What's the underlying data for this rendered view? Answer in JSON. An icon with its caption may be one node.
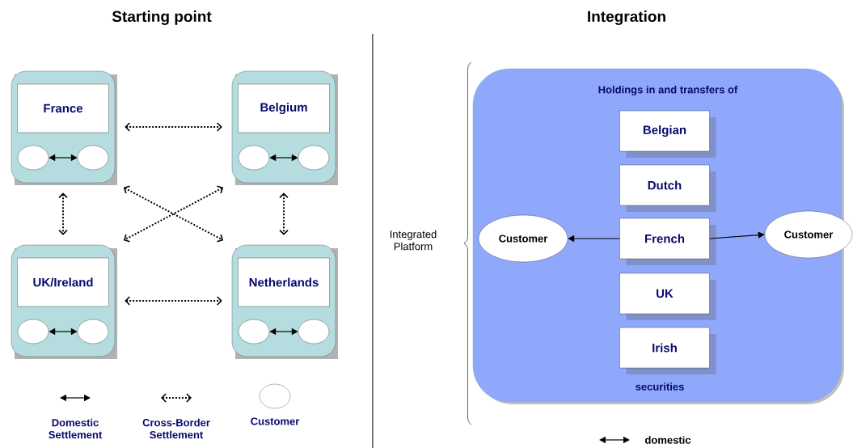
{
  "diagram": {
    "nodes": [
      {
        "text": [],
        "shape": "box"
      },
      {
        "text": [
          "France"
        ],
        "in": 0
      },
      {
        "text": [],
        "shape": "circle",
        "in": 0
      },
      {
        "text": [],
        "shape": "circle",
        "in": 0
      },
      {
        "text": [],
        "shape": "box"
      },
      {
        "text": [
          "Belgium"
        ],
        "in": 4
      },
      {
        "text": [],
        "shape": "circle",
        "in": 4
      },
      {
        "text": [],
        "shape": "circle",
        "in": 4
      },
      {
        "text": [],
        "shape": "box"
      },
      {
        "text": [
          "UK/Ireland"
        ],
        "in": 8
      },
      {
        "text": [],
        "shape": "circle",
        "in": 8
      },
      {
        "text": [],
        "shape": "circle",
        "in": 8
      },
      {
        "text": [],
        "shape": "box"
      },
      {
        "text": [
          "Netherlands"
        ],
        "in": 12
      },
      {
        "text": [],
        "shape": "circle",
        "in": 12
      },
      {
        "text": [],
        "shape": "circle",
        "in": 12
      },
      {
        "text": [
          "Holdings in and transfers of",
          "securities"
        ]
      },
      {
        "text": [
          "Belgian"
        ],
        "in": 16
      },
      {
        "text": [
          "Dutch"
        ],
        "in": 16
      },
      {
        "text": [
          "French"
        ],
        "in": 16
      },
      {
        "text": [
          "UK"
        ],
        "in": 16
      },
      {
        "text": [
          "Irish"
        ],
        "in": 16
      },
      {
        "text": [
          "Customer"
        ],
        "in": 16
      },
      {
        "text": [
          "Customer"
        ]
      }
    ],
    "edges": [
      {
        "from": 2,
        "to": 3,
        "arrow": "both"
      },
      {
        "from": 6,
        "to": 7,
        "arrow": "both"
      },
      {
        "from": 10,
        "to": 11,
        "arrow": "both"
      },
      {
        "from": 14,
        "to": 15,
        "arrow": "both"
      },
      {
        "from": 0,
        "to": 4,
        "arrow": "both",
        "style": "dashed"
      },
      {
        "from": 0,
        "to": 8,
        "arrow": "both",
        "style": "dashed"
      },
      {
        "from": 4,
        "to": 12,
        "arrow": "both",
        "style": "dashed"
      },
      {
        "from": 8,
        "to": 12,
        "arrow": "both",
        "style": "dashed"
      },
      {
        "from": 0,
        "to": 12,
        "arrow": "both",
        "style": "dashed"
      },
      {
        "from": 4,
        "to": 8,
        "arrow": "both",
        "style": "dashed"
      },
      {
        "from": 19,
        "to": 22,
        "arrow": "to"
      },
      {
        "from": 19,
        "to": 23,
        "arrow": "to"
      }
    ],
    "labels": [
      "Starting point",
      "Integration",
      "Integrated Platform"
    ],
    "legend": [
      {
        "text": "Domestic Settlement"
      },
      {
        "text": "Cross-Border Settlement"
      },
      {
        "text": "Customer"
      },
      {
        "text": "domestic"
      }
    ]
  }
}
